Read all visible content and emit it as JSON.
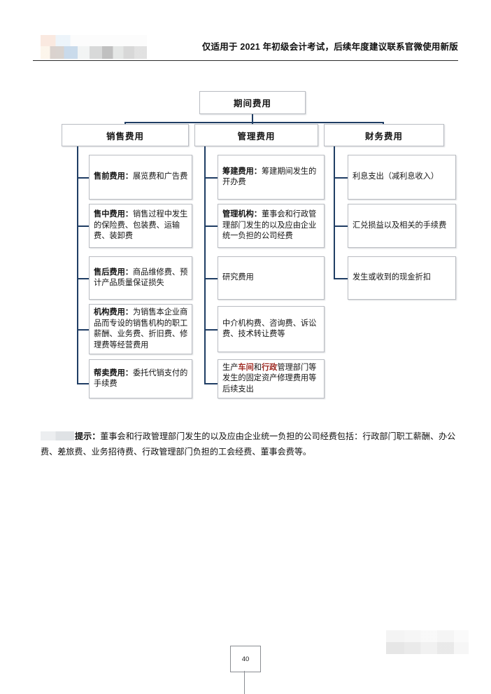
{
  "header": {
    "notice": "仅适用于 2021 年初级会计考试，后续年度建议联系官微使用新版",
    "logo_alt": "redacted-logo"
  },
  "diagram": {
    "root": {
      "label": "期间费用"
    },
    "branches": [
      {
        "label": "销售费用",
        "items": [
          {
            "lead": "售前费用：",
            "body": "展览费和广告费"
          },
          {
            "lead": "售中费用：",
            "body": "销售过程中发生的保险费、包装费、运输费、装卸费"
          },
          {
            "lead": "售后费用：",
            "body": "商品维修费、预计产品质量保证损失"
          },
          {
            "lead": "机构费用：",
            "body": "为销售本企业商品而专设的销售机构的职工薪酬、业务费、折旧费、修理费等经营费用"
          },
          {
            "lead": "帮卖费用：",
            "body": "委托代销支付的手续费"
          }
        ]
      },
      {
        "label": "管理费用",
        "items": [
          {
            "lead": "筹建费用：",
            "body": "筹建期间发生的开办费"
          },
          {
            "lead": "管理机构：",
            "body": "董事会和行政管理部门发生的以及应由企业统一负担的公司经费"
          },
          {
            "lead": "",
            "body": "研究费用"
          },
          {
            "lead": "",
            "body": "中介机构费、咨询费、诉讼费、技术转让费等"
          },
          {
            "lead": "",
            "body": "生产车间和行政管理部门等发生的固定资产修理费用等后续支出",
            "highlights": [
              "车间",
              "行政"
            ]
          }
        ]
      },
      {
        "label": "财务费用",
        "items": [
          {
            "lead": "",
            "body": "利息支出（减利息收入）"
          },
          {
            "lead": "",
            "body": "汇兑损益以及相关的手续费"
          },
          {
            "lead": "",
            "body": "发生或收到的现金折扣"
          }
        ]
      }
    ]
  },
  "note": {
    "lead": "提示：",
    "text": "董事会和行政管理部门发生的以及应由企业统一负担的公司经费包括：行政部门职工薪酬、办公费、差旅费、业务招待费、行政管理部门负担的工会经费、董事会费等。"
  },
  "footer": {
    "page_number": "40"
  },
  "colors": {
    "connector": "#1f3d64",
    "box_border": "#b9bcc2",
    "highlight": "#9e2a22"
  }
}
